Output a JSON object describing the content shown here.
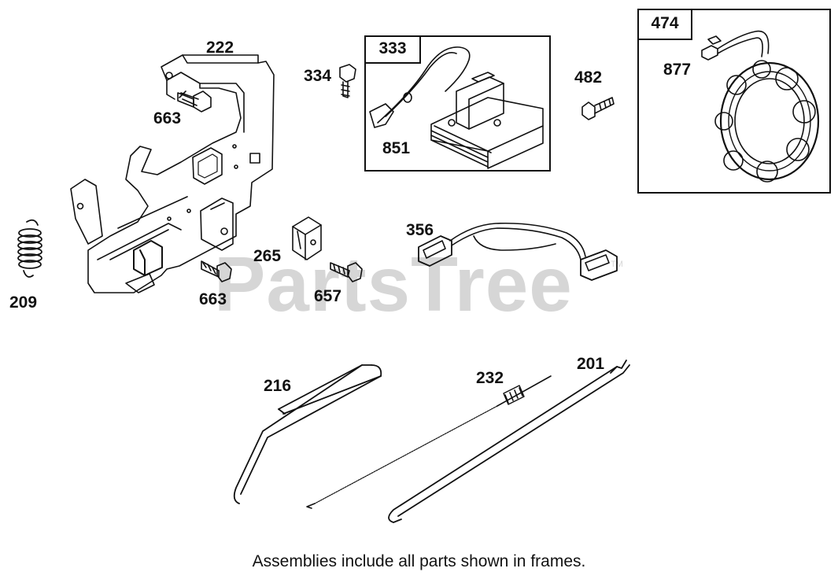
{
  "watermark": "PartsTree",
  "watermark_mark": "TM",
  "caption": "Assemblies include all parts shown in frames.",
  "frames": {
    "ignition_assembly": {
      "tag": "333",
      "parts": {
        "coil": "851"
      }
    },
    "alternator_assembly": {
      "tag": "474",
      "parts": {
        "stator": "877"
      }
    }
  },
  "parts": {
    "control_bracket": "222",
    "screw_upper": "663",
    "screw_lower": "663",
    "spring": "209",
    "clip": "265",
    "screw_657": "657",
    "screw_334": "334",
    "screw_482": "482",
    "wire_harness": "356",
    "link_216": "216",
    "link_232": "232",
    "link_201": "201"
  }
}
